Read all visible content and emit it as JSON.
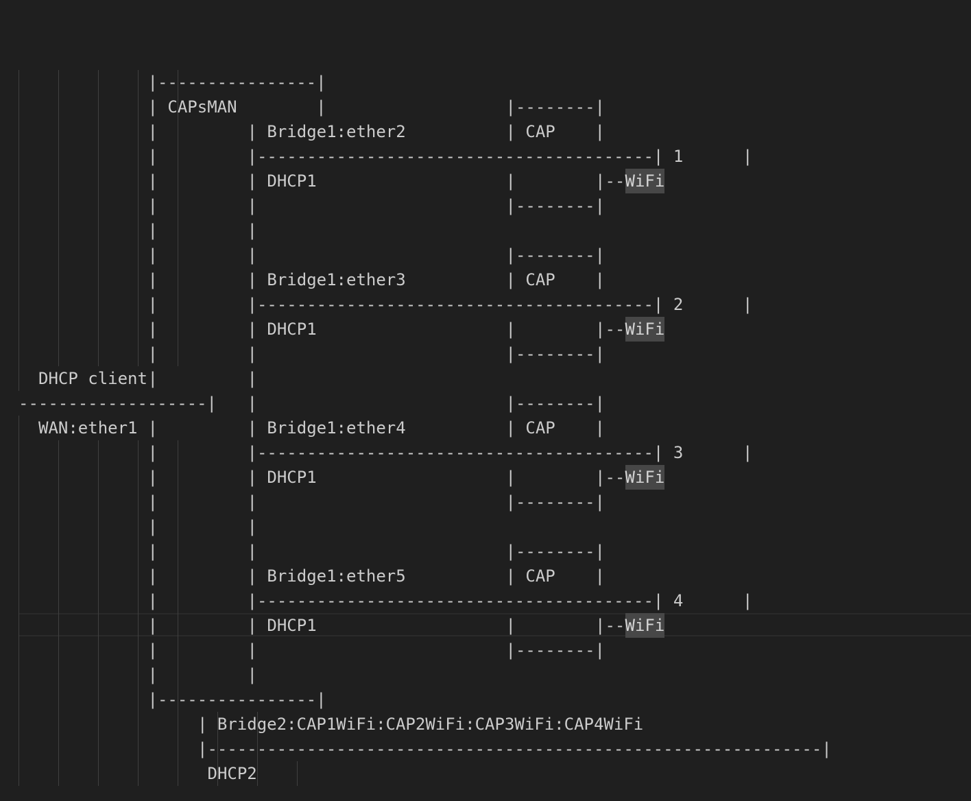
{
  "editor": {
    "lines": [
      {
        "segs": [
          {
            "text": "|----------------|",
            "col": 13
          }
        ]
      },
      {
        "segs": [
          {
            "text": "| CAPsMAN        |",
            "col": 13
          },
          {
            "text": "|--------|",
            "col": 49
          }
        ]
      },
      {
        "segs": [
          {
            "text": "|",
            "col": 13
          },
          {
            "text": "| Bridge1:ether2",
            "col": 23
          },
          {
            "text": "| CAP    |",
            "col": 49
          }
        ]
      },
      {
        "segs": [
          {
            "text": "|",
            "col": 13
          },
          {
            "text": "|----------------------------------------| 1      |",
            "col": 23
          }
        ]
      },
      {
        "segs": [
          {
            "text": "|",
            "col": 13
          },
          {
            "text": "| DHCP1",
            "col": 23
          },
          {
            "text": "|",
            "col": 49
          },
          {
            "text": "|--",
            "col": 58
          },
          {
            "text": "WiFi",
            "col": 61,
            "hl": true
          }
        ]
      },
      {
        "segs": [
          {
            "text": "|",
            "col": 13
          },
          {
            "text": "|",
            "col": 23
          },
          {
            "text": "|--------|",
            "col": 49
          }
        ]
      },
      {
        "segs": [
          {
            "text": "|",
            "col": 13
          },
          {
            "text": "|",
            "col": 23
          }
        ]
      },
      {
        "segs": [
          {
            "text": "|",
            "col": 13
          },
          {
            "text": "|",
            "col": 23
          },
          {
            "text": "|--------|",
            "col": 49
          }
        ]
      },
      {
        "segs": [
          {
            "text": "|",
            "col": 13
          },
          {
            "text": "| Bridge1:ether3",
            "col": 23
          },
          {
            "text": "| CAP    |",
            "col": 49
          }
        ]
      },
      {
        "segs": [
          {
            "text": "|",
            "col": 13
          },
          {
            "text": "|----------------------------------------| 2      |",
            "col": 23
          }
        ]
      },
      {
        "segs": [
          {
            "text": "|",
            "col": 13
          },
          {
            "text": "| DHCP1",
            "col": 23
          },
          {
            "text": "|",
            "col": 49
          },
          {
            "text": "|--",
            "col": 58
          },
          {
            "text": "WiFi",
            "col": 61,
            "hl": true
          }
        ]
      },
      {
        "segs": [
          {
            "text": "|",
            "col": 13
          },
          {
            "text": "|",
            "col": 23
          },
          {
            "text": "|--------|",
            "col": 49
          }
        ]
      },
      {
        "segs": [
          {
            "text": "DHCP client",
            "col": 2
          },
          {
            "text": "|",
            "col": 13
          },
          {
            "text": "|",
            "col": 23
          }
        ]
      },
      {
        "segs": [
          {
            "text": "-------------------|",
            "col": 0
          },
          {
            "text": "|",
            "col": 23
          },
          {
            "text": "|--------|",
            "col": 49
          }
        ]
      },
      {
        "segs": [
          {
            "text": "WAN:ether1",
            "col": 2
          },
          {
            "text": "|",
            "col": 13
          },
          {
            "text": "| Bridge1:ether4",
            "col": 23
          },
          {
            "text": "| CAP    |",
            "col": 49
          }
        ]
      },
      {
        "segs": [
          {
            "text": "|",
            "col": 13
          },
          {
            "text": "|----------------------------------------| 3      |",
            "col": 23
          }
        ]
      },
      {
        "segs": [
          {
            "text": "|",
            "col": 13
          },
          {
            "text": "| DHCP1",
            "col": 23
          },
          {
            "text": "|",
            "col": 49
          },
          {
            "text": "|--",
            "col": 58
          },
          {
            "text": "WiFi",
            "col": 61,
            "hl": true
          }
        ]
      },
      {
        "segs": [
          {
            "text": "|",
            "col": 13
          },
          {
            "text": "|",
            "col": 23
          },
          {
            "text": "|--------|",
            "col": 49
          }
        ]
      },
      {
        "segs": [
          {
            "text": "|",
            "col": 13
          },
          {
            "text": "|",
            "col": 23
          }
        ]
      },
      {
        "segs": [
          {
            "text": "|",
            "col": 13
          },
          {
            "text": "|",
            "col": 23
          },
          {
            "text": "|--------|",
            "col": 49
          }
        ]
      },
      {
        "segs": [
          {
            "text": "|",
            "col": 13
          },
          {
            "text": "| Bridge1:ether5",
            "col": 23
          },
          {
            "text": "| CAP    |",
            "col": 49
          }
        ]
      },
      {
        "segs": [
          {
            "text": "|",
            "col": 13
          },
          {
            "text": "|----------------------------------------| 4      |",
            "col": 23
          }
        ]
      },
      {
        "segs": [
          {
            "text": "|",
            "col": 13
          },
          {
            "text": "| DHCP1",
            "col": 23
          },
          {
            "text": "|",
            "col": 49
          },
          {
            "text": "|--",
            "col": 58
          },
          {
            "text": "WiFi",
            "col": 61,
            "hl": true
          }
        ]
      },
      {
        "segs": [
          {
            "text": "|",
            "col": 13
          },
          {
            "text": "|",
            "col": 23
          },
          {
            "text": "|--------|",
            "col": 49
          }
        ]
      },
      {
        "segs": [
          {
            "text": "|",
            "col": 13
          },
          {
            "text": "|",
            "col": 23
          }
        ]
      },
      {
        "segs": [
          {
            "text": "|----------------|",
            "col": 13
          }
        ]
      },
      {
        "segs": [
          {
            "text": "| Bridge2:CAP1WiFi:CAP2WiFi:CAP3WiFi:CAP4WiFi",
            "col": 18
          }
        ]
      },
      {
        "segs": [
          {
            "text": "|--------------------------------------------------------------|",
            "col": 18
          }
        ]
      },
      {
        "segs": [
          {
            "text": "DHCP2",
            "col": 19
          }
        ]
      }
    ]
  },
  "colors": {
    "background": "#1f1f1f",
    "text": "#cccccc",
    "indent_guide": "#404040",
    "selection_highlight": "#474747",
    "current_line_border": "#2a2a2a"
  }
}
